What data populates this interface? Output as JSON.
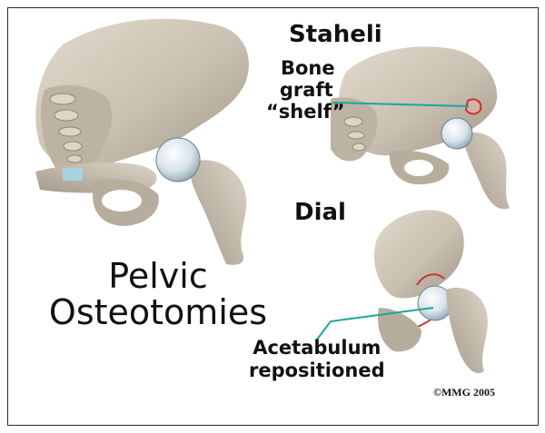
{
  "figure": {
    "title_line1": "Pelvic",
    "title_line2": "Osteotomies",
    "labels": {
      "staheli": "Staheli",
      "bone_line1": "Bone",
      "bone_line2": "graft",
      "bone_line3": "“shelf”",
      "dial": "Dial",
      "acet_line1": "Acetabulum",
      "acet_line2": "repositioned"
    },
    "copyright": "©MMG 2005"
  },
  "colors": {
    "bone": "#cfc6b8",
    "bone_shadow": "#9c9385",
    "cartilage": "#dfe8ee",
    "pointer": "#1aa79a",
    "graft": "#c9332e"
  }
}
